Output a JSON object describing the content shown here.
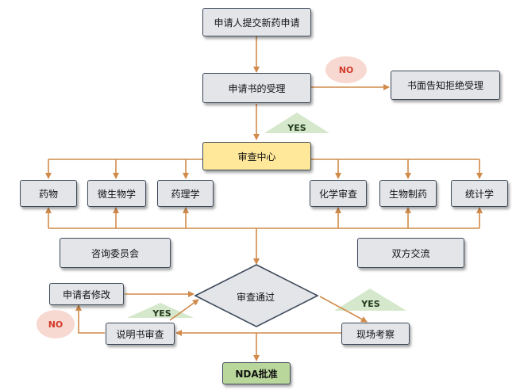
{
  "nodes": {
    "submit": "申请人提交新药申请",
    "accept": "申请书的受理",
    "reject": "书面告知拒绝受理",
    "review_center": "审查中心",
    "drugs": "药物",
    "microbiology": "微生物学",
    "pharmacology": "药理学",
    "chemistry": "化学审查",
    "biopharmaceutics": "生物制药",
    "statistics": "统计学",
    "advisory_committee": "咨询委员会",
    "bilateral_exchange": "双方交流",
    "review_passed": "审查通过",
    "applicant_revision": "申请者修改",
    "label_review": "说明书审查",
    "site_inspection": "现场考察",
    "nda_approval": "NDA批准"
  },
  "labels": {
    "no_top": "NO",
    "yes_top": "YES",
    "yes_right": "YES",
    "yes_left": "YES",
    "no_left": "NO"
  },
  "colors": {
    "arrow": "#d08a4a",
    "box_fill": "#e4e5e9",
    "box_border": "#3e4b5b",
    "center_fill": "#ffe89a",
    "nda_fill": "#b9d79b",
    "no_badge": "#f8d9d2",
    "yes_triangle": "#d5e8cb"
  }
}
